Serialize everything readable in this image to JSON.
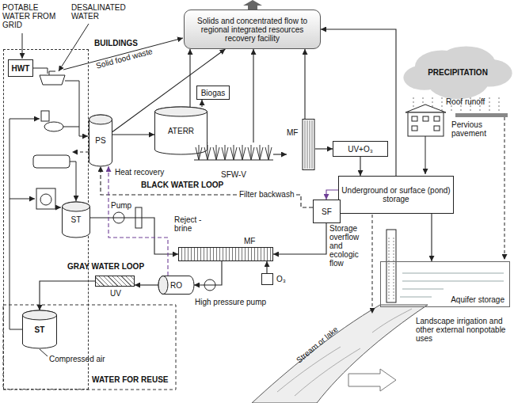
{
  "diagram": {
    "nodes": [
      {
        "text": [
          "Solids and concentrated flow to regional integrated resources recovery facility"
        ]
      },
      {
        "text": [
          "PRECIPITATION"
        ]
      },
      {
        "text": [
          "BUILDINGS"
        ]
      },
      {
        "text": [
          "HWT"
        ],
        "in": 2
      },
      {
        "text": [
          "ST"
        ],
        "in": 2
      },
      {
        "text": [
          "PS"
        ]
      },
      {
        "text": [
          "Biogas"
        ]
      },
      {
        "text": [
          "ATERR"
        ]
      },
      {
        "text": [
          "SFW-V"
        ]
      },
      {
        "text": [
          "MF"
        ]
      },
      {
        "text": [
          "UV+O₃"
        ]
      },
      {
        "text": [
          "Underground or surface (pond) storage"
        ]
      },
      {
        "text": [
          "SF"
        ]
      },
      {
        "text": [
          "ST"
        ]
      },
      {
        "text": [
          "MF"
        ]
      },
      {
        "text": [
          "O₃"
        ]
      },
      {
        "text": [
          "RO"
        ]
      },
      {
        "text": [
          "UV"
        ]
      },
      {
        "text": [
          "Aquifer storage"
        ]
      }
    ],
    "edges": [
      {
        "from": 5,
        "to": 0,
        "arrow": "to"
      },
      {
        "from": 7,
        "to": 0,
        "arrow": "to"
      },
      {
        "from": 8,
        "to": 0,
        "arrow": "to"
      },
      {
        "from": 9,
        "to": 0,
        "arrow": "to"
      },
      {
        "from": 11,
        "to": 0,
        "arrow": "to"
      },
      {
        "from": 5,
        "to": 7,
        "arrow": "to"
      },
      {
        "from": 7,
        "to": 8,
        "arrow": "to"
      },
      {
        "from": 8,
        "to": 9,
        "arrow": "to"
      },
      {
        "from": 9,
        "to": 10,
        "arrow": "to"
      },
      {
        "from": 10,
        "to": 11,
        "arrow": "to"
      },
      {
        "from": 11,
        "to": 12,
        "arrow": "to"
      },
      {
        "from": 12,
        "to": 14,
        "arrow": "to"
      },
      {
        "from": 12,
        "to": 5,
        "label": "Filter backwash",
        "arrow": "to"
      },
      {
        "from": 13,
        "to": 14,
        "arrow": "to"
      },
      {
        "from": 15,
        "to": 14,
        "arrow": "to"
      },
      {
        "from": 14,
        "to": 16,
        "arrow": "to"
      },
      {
        "from": 16,
        "to": 17,
        "arrow": "to"
      },
      {
        "from": 17,
        "to": 4,
        "arrow": "to"
      },
      {
        "from": 16,
        "to": 5,
        "label": "Reject - brine",
        "arrow": "to"
      },
      {
        "from": 11,
        "to": 18,
        "arrow": "to"
      },
      {
        "from": 7,
        "to": 6,
        "arrow": "to"
      }
    ],
    "labels": [
      "POTABLE WATER FROM GRID",
      "DESALINATED WATER",
      "Solid food waste",
      "Roof runoff",
      "Pervious pavement",
      "Heat recovery",
      "BLACK WATER LOOP",
      "Pump",
      "GRAY WATER LOOP",
      "Storage overflow and ecologic flow",
      "Stream or lake",
      "Landscape irrigation and other external nonpotable uses",
      "High pressure pump",
      "WATER FOR REUSE",
      "Compressed air"
    ]
  }
}
